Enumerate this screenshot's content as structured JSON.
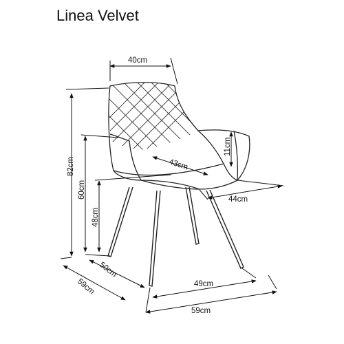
{
  "title": "Linea Velvet",
  "dimensions": {
    "top_width": "40cm",
    "armrest_height": "11cm",
    "seat_depth": "43cm",
    "total_height": "82cm",
    "armrest_floor_height": "60cm",
    "seat_height": "48cm",
    "total_width_side": "44cm",
    "leg_depth": "50cm",
    "total_depth": "59cm",
    "leg_width": "49cm",
    "total_width": "59cm"
  }
}
